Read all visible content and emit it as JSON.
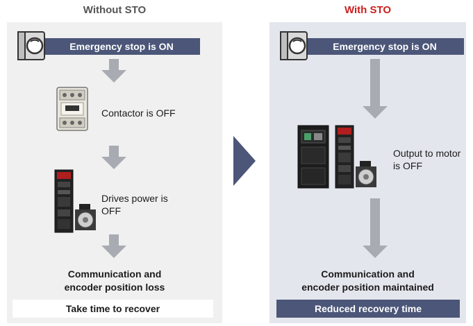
{
  "left": {
    "heading": "Without STO",
    "heading_color": "#555555",
    "banner": "Emergency stop is ON",
    "step1": "Contactor is OFF",
    "step2_line1": "Drives power is",
    "step2_line2": "OFF",
    "result_line1": "Communication and",
    "result_line2": "encoder position loss",
    "footer": "Take time to recover"
  },
  "right": {
    "heading": "With STO",
    "heading_color": "#cc1f1f",
    "banner": "Emergency stop is ON",
    "step1_line1": "Output to motor",
    "step1_line2": "is OFF",
    "result_line1": "Communication and",
    "result_line2": "encoder position maintained",
    "footer": "Reduced recovery time"
  },
  "colors": {
    "banner": "#4b5678",
    "arrow": "#a9abb3",
    "big_arrow": "#4b5678"
  },
  "icons": [
    "emergency-stop-icon",
    "contactor-icon",
    "servo-amplifier-icon",
    "servo-motor-icon",
    "inverter-icon"
  ]
}
